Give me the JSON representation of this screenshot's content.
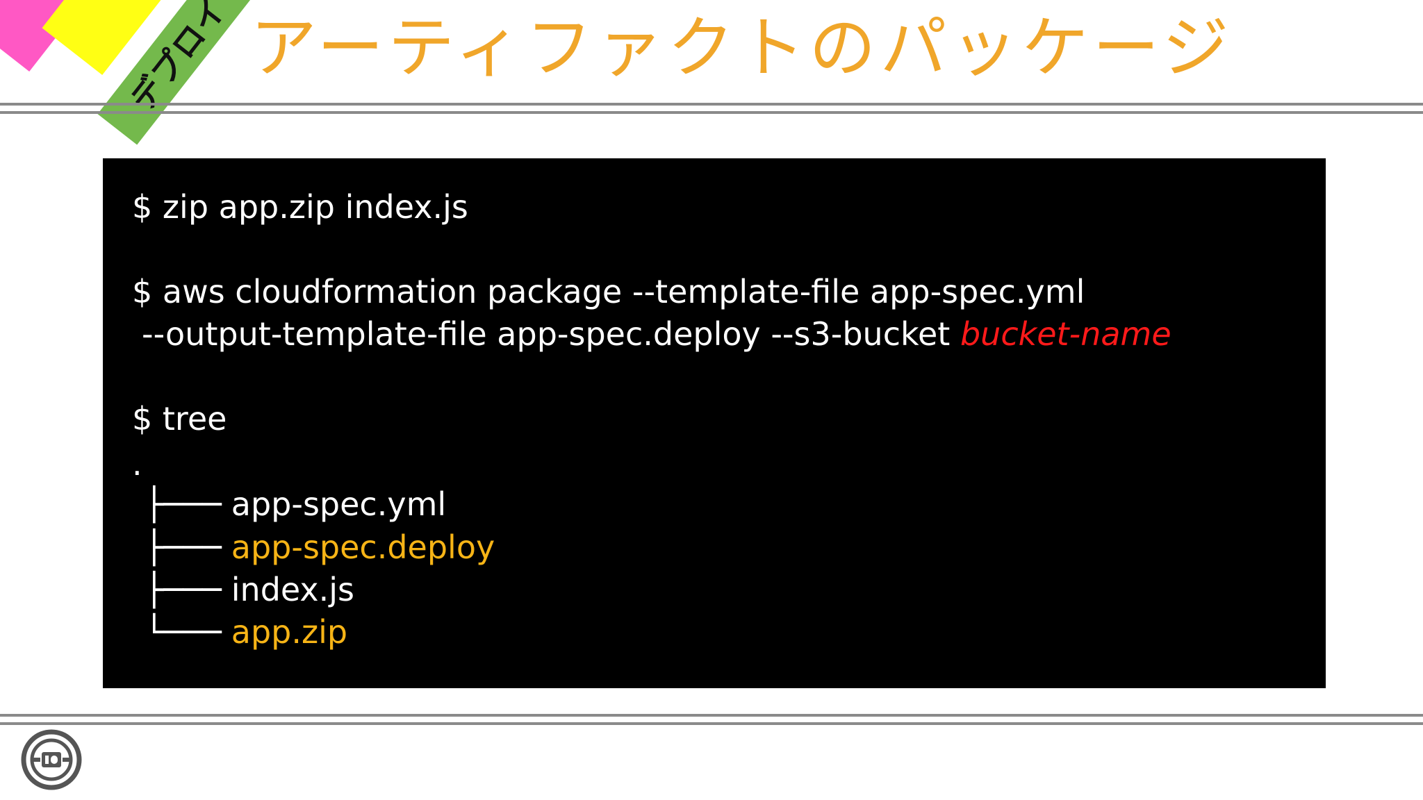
{
  "header": {
    "category_tab": "デプロイ",
    "title": "アーティファクトのパッケージ"
  },
  "colors": {
    "title": "#f0a62a",
    "tab_pink": "#ff58c4",
    "tab_yellow": "#ffff14",
    "tab_green": "#74b94c",
    "highlight_red": "#ff1a1a",
    "highlight_gold": "#f7b416"
  },
  "terminal": {
    "cmd_zip": "$ zip app.zip index.js",
    "cmd_package_line1": "$ aws cloudformation package --template-file app-spec.yml",
    "cmd_package_line2": "--output-template-file app-spec.deploy --s3-bucket",
    "bucket_placeholder": "bucket-name",
    "cmd_tree": "$ tree",
    "tree_root": ".",
    "tree": [
      {
        "branch": "├───",
        "name": "app-spec.yml"
      },
      {
        "branch": "├───",
        "name": "app-spec.deploy"
      },
      {
        "branch": "├───",
        "name": "index.js"
      },
      {
        "branch": "└───",
        "name": "app.zip"
      }
    ]
  },
  "footer": {
    "logo_icon": "logo-icon"
  }
}
